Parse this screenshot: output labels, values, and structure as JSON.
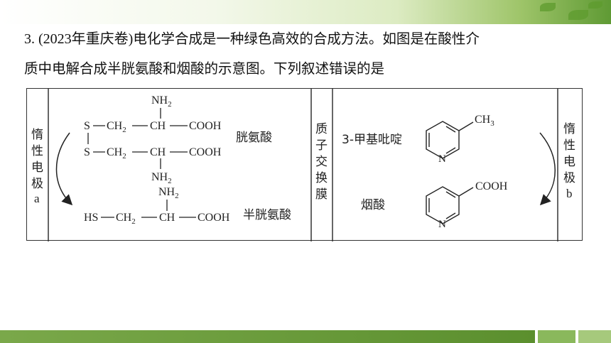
{
  "question": {
    "number": "3. (2023年重庆卷)",
    "line1_rest": "电化学合成是一种绿色高效的合成方法。如图是在酸性介",
    "line2": "质中电解合成半胱氨酸和烟酸的示意图。下列叙述错误的是"
  },
  "diagram": {
    "left_electrode": [
      "惰",
      "性",
      "电",
      "极",
      "a"
    ],
    "right_electrode": [
      "惰",
      "性",
      "电",
      "极",
      "b"
    ],
    "membrane": [
      "质",
      "子",
      "交",
      "换",
      "膜"
    ],
    "cystine_label": "胱氨酸",
    "cysteine_label": "半胱氨酸",
    "methylpyridine_label": "3-甲基吡啶",
    "niacin_label": "烟酸",
    "cystine": {
      "nh2_top": "NH",
      "nh2_bottom": "NH",
      "sub2": "2",
      "s": "S",
      "ch2": "CH",
      "ch": "CH",
      "cooh": "COOH"
    },
    "cysteine": {
      "hs": "HS",
      "ch2": "CH",
      "ch": "CH",
      "nh2": "NH",
      "sub2": "2",
      "cooh": "COOH"
    },
    "pyridine": {
      "n": "N",
      "ch3": "CH",
      "sub3": "3",
      "cooh": "COOH"
    }
  }
}
